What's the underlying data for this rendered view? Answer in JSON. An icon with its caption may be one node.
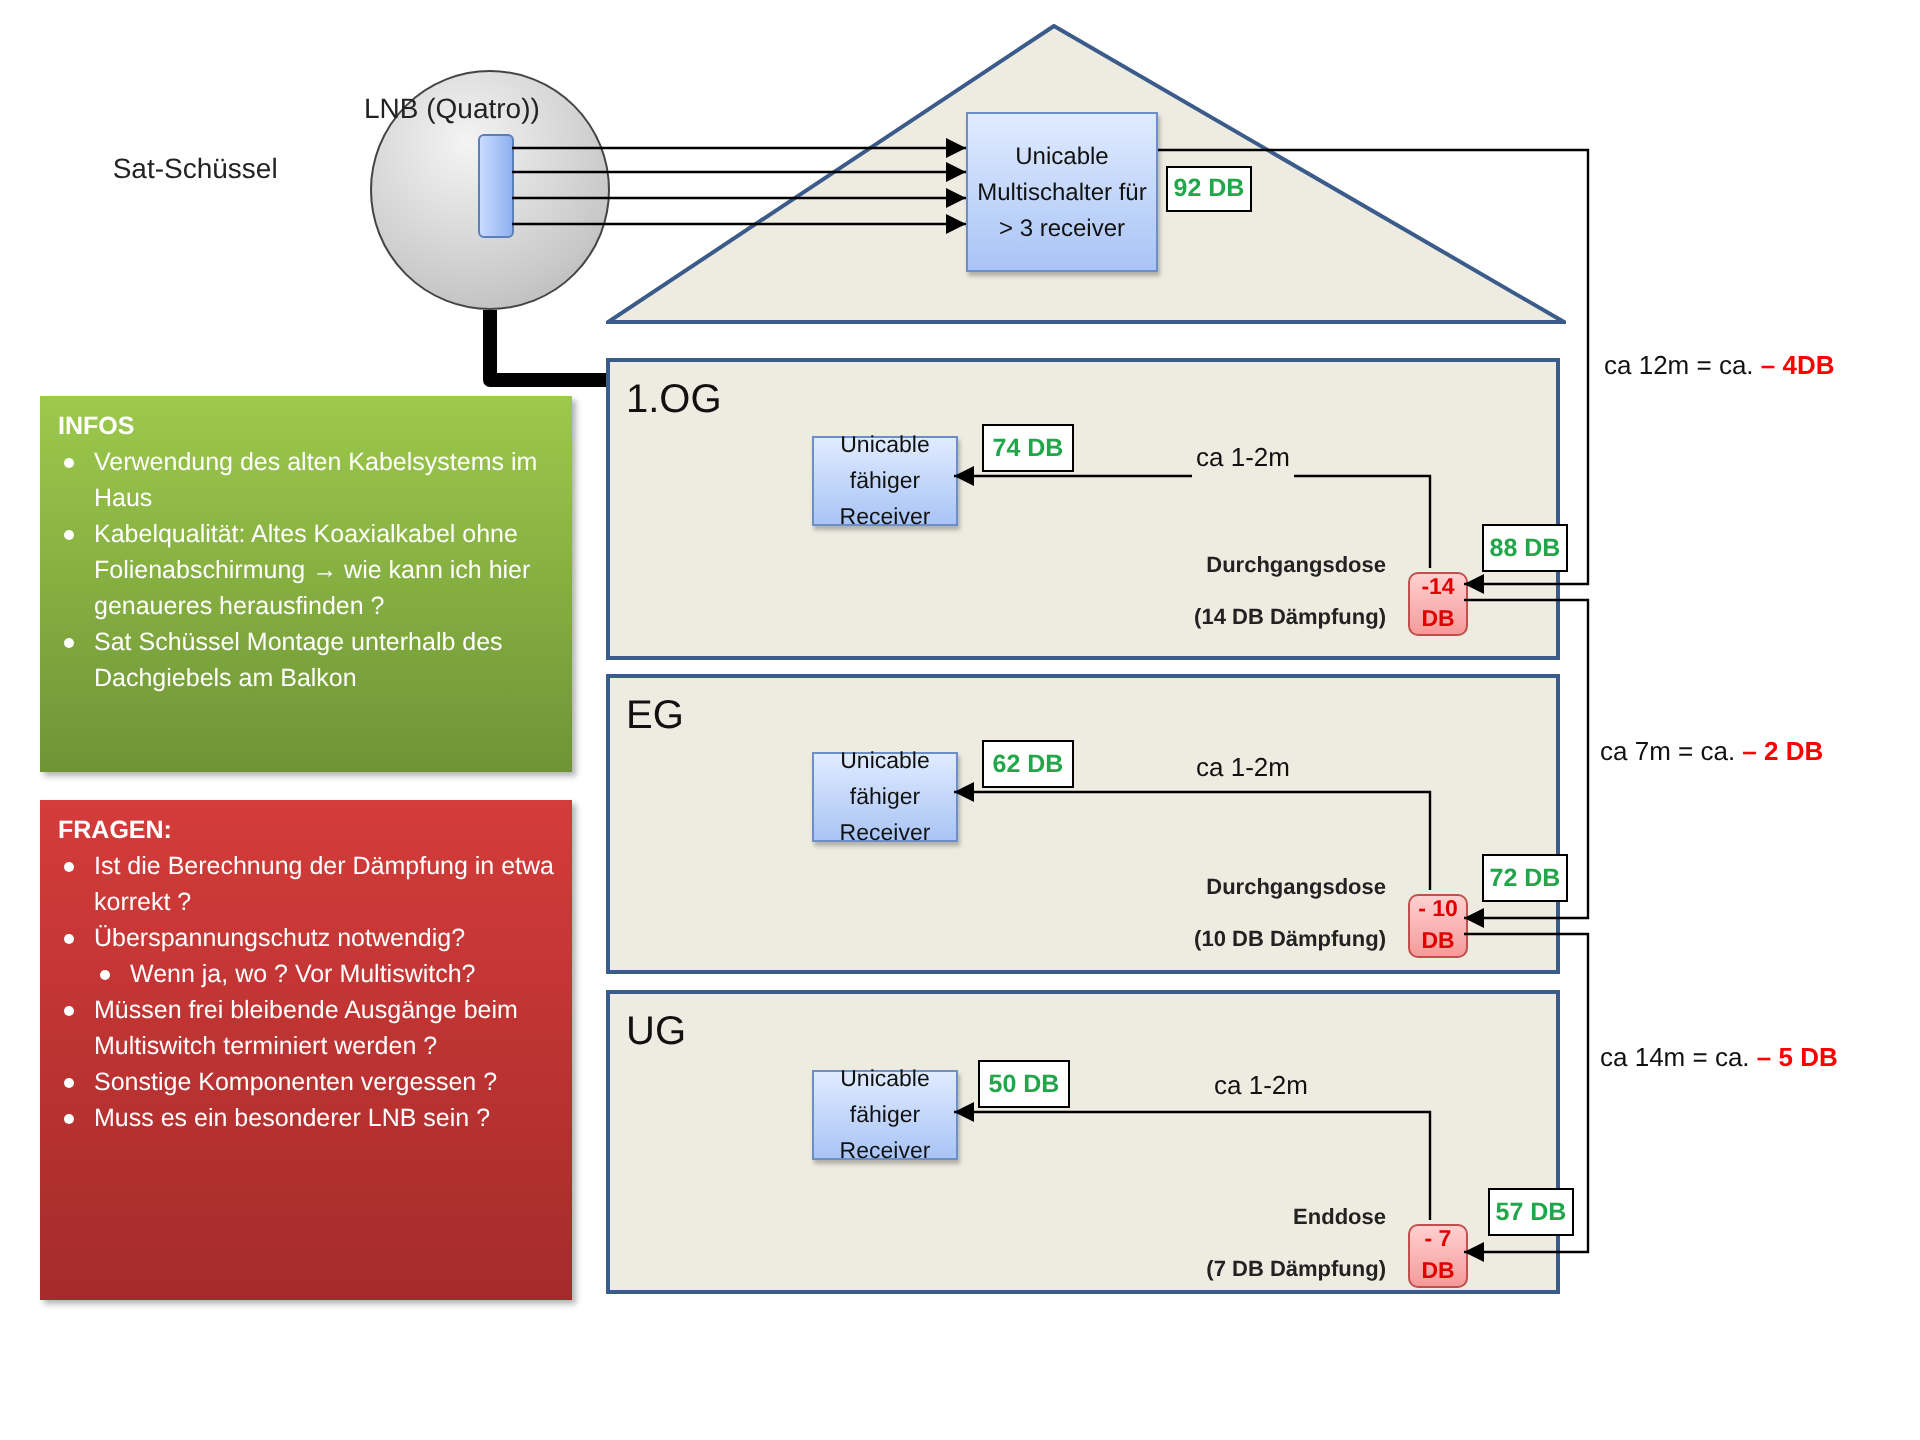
{
  "diagram": {
    "nodes": [
      {
        "text": [
          "LNB (Quatro))"
        ],
        "beside": [
          "Sat-Schüssel"
        ]
      },
      {
        "text": [],
        "shape": "bar",
        "in": 0
      },
      {
        "text": [],
        "shape": "triangle"
      },
      {
        "text": [
          "Unicable Multischalter für > 3 receiver"
        ],
        "in": 2
      },
      {
        "text": [
          "92 DB"
        ],
        "in": 2
      },
      {
        "text": [
          "1.OG"
        ]
      },
      {
        "text": [
          "Unicable fähiger Receiver"
        ],
        "in": 5
      },
      {
        "text": [
          "74 DB"
        ],
        "in": 5
      },
      {
        "text": [
          "-14 DB"
        ],
        "beside": [
          "Durchgangsdose",
          "(14 DB Dämpfung)"
        ],
        "in": 5
      },
      {
        "text": [
          "88 DB"
        ]
      },
      {
        "text": [
          "EG"
        ]
      },
      {
        "text": [
          "Unicable fähiger Receiver"
        ],
        "in": 10
      },
      {
        "text": [
          "62 DB"
        ],
        "in": 10
      },
      {
        "text": [
          "- 10 DB"
        ],
        "beside": [
          "Durchgangsdose",
          "(10 DB Dämpfung)"
        ],
        "in": 10
      },
      {
        "text": [
          "72 DB"
        ]
      },
      {
        "text": [
          "UG"
        ]
      },
      {
        "text": [
          "Unicable fähiger Receiver"
        ],
        "in": 15
      },
      {
        "text": [
          "50 DB"
        ],
        "in": 15
      },
      {
        "text": [
          "- 7 DB"
        ],
        "beside": [
          "Enddose",
          "(7 DB Dämpfung)"
        ],
        "in": 15
      },
      {
        "text": [
          "57 DB"
        ]
      },
      {
        "text": [
          "INFOS",
          "Verwendung des alten Kabelsystems im Haus",
          "Kabelqualität: Altes Koaxialkabel ohne Folienabschirmung → wie kann ich hier genaueres herausfinden ?",
          "Sat Schüssel Montage unterhalb des Dachgiebels am Balkon"
        ]
      },
      {
        "text": [
          "FRAGEN:",
          "Ist die Berechnung der Dämpfung in etwa korrekt ?",
          "Überspannungschutz notwendig?",
          "Wenn ja, wo ? Vor Multiswitch?",
          "Müssen frei bleibende Ausgänge beim Multiswitch terminiert werden ?",
          "Sonstige Komponenten vergessen ?",
          "Muss es ein besonderer LNB sein ?"
        ]
      }
    ],
    "edges": [
      {
        "from": 1,
        "to": 3,
        "arrow": "to"
      },
      {
        "from": 1,
        "to": 3,
        "arrow": "to"
      },
      {
        "from": 1,
        "to": 3,
        "arrow": "to"
      },
      {
        "from": 1,
        "to": 3,
        "arrow": "to"
      },
      {
        "from": 0,
        "to": 5,
        "arrow": "none",
        "style": "thick"
      },
      {
        "from": 3,
        "to": 8,
        "arrow": "to",
        "label": "ca 12m = ca. **– 4DB**"
      },
      {
        "from": 8,
        "to": 6,
        "arrow": "to",
        "label": "ca 1-2m"
      },
      {
        "from": 8,
        "to": 13,
        "arrow": "to",
        "label": "ca 7m = ca. **– 2 DB**"
      },
      {
        "from": 13,
        "to": 11,
        "arrow": "to",
        "label": "ca 1-2m"
      },
      {
        "from": 13,
        "to": 18,
        "arrow": "to",
        "label": "ca 14m = ca. **– 5 DB**"
      },
      {
        "from": 18,
        "to": 16,
        "arrow": "to",
        "label": "ca 1-2m"
      }
    ]
  }
}
